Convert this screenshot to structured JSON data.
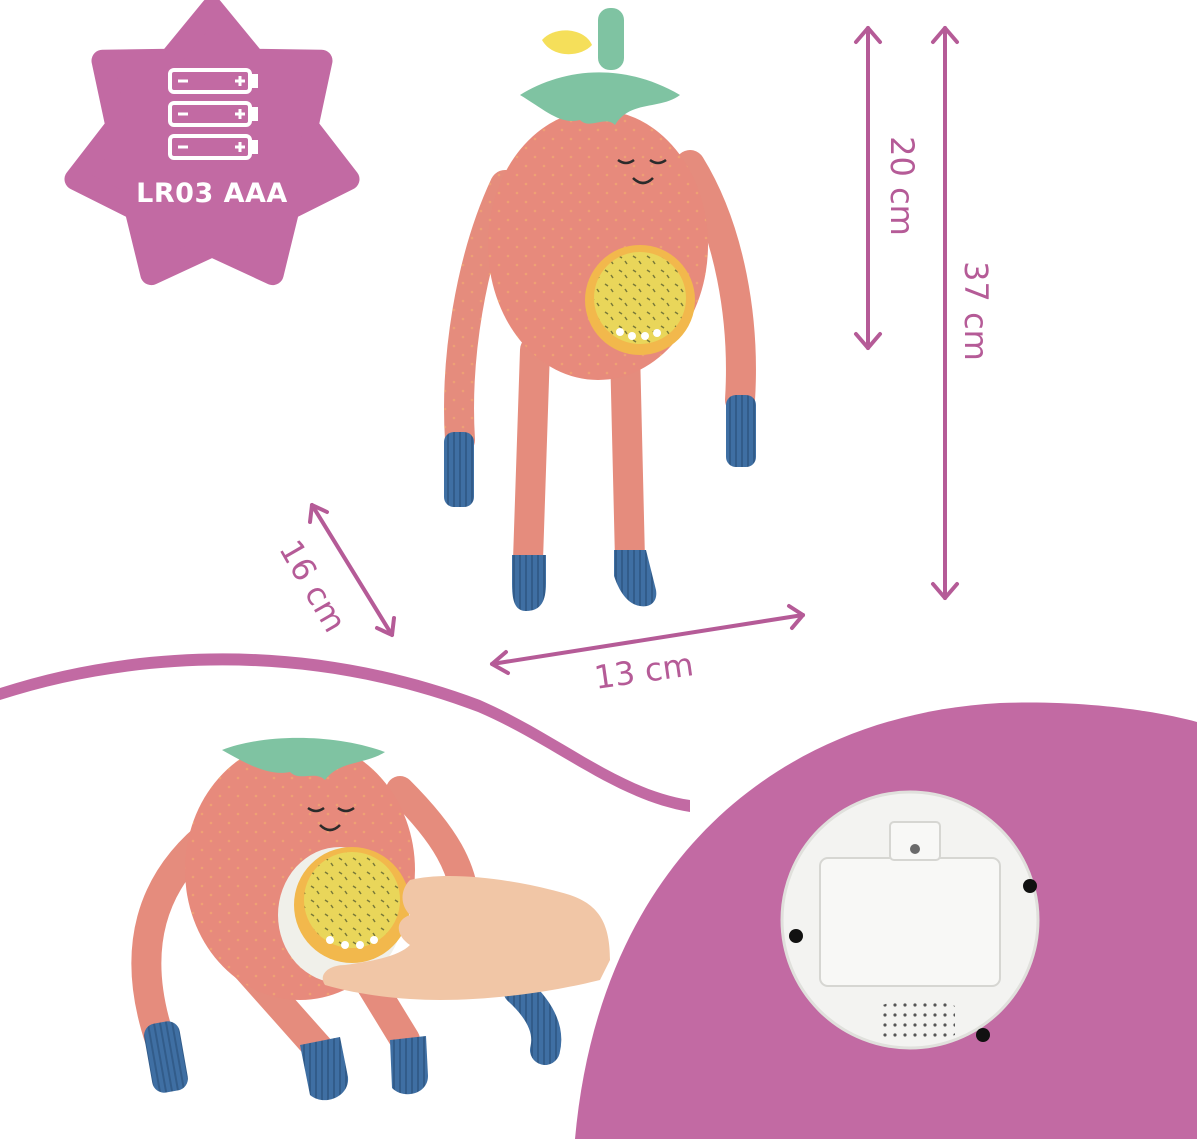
{
  "battery_badge": {
    "label": "LR03 AAA",
    "icon": "three-battery-icon",
    "color": "#c26aa3"
  },
  "dimensions": {
    "face_height": "20 cm",
    "total_height": "37 cm",
    "depth": "16 cm",
    "width": "13 cm"
  },
  "colors": {
    "accent": "#c26aa3",
    "arrow": "#b55b97",
    "toy_body": "#e78a7c",
    "leaf": "#7fc3a2",
    "lamp": "#f2c94c",
    "cuffs": "#3f6fa3"
  }
}
